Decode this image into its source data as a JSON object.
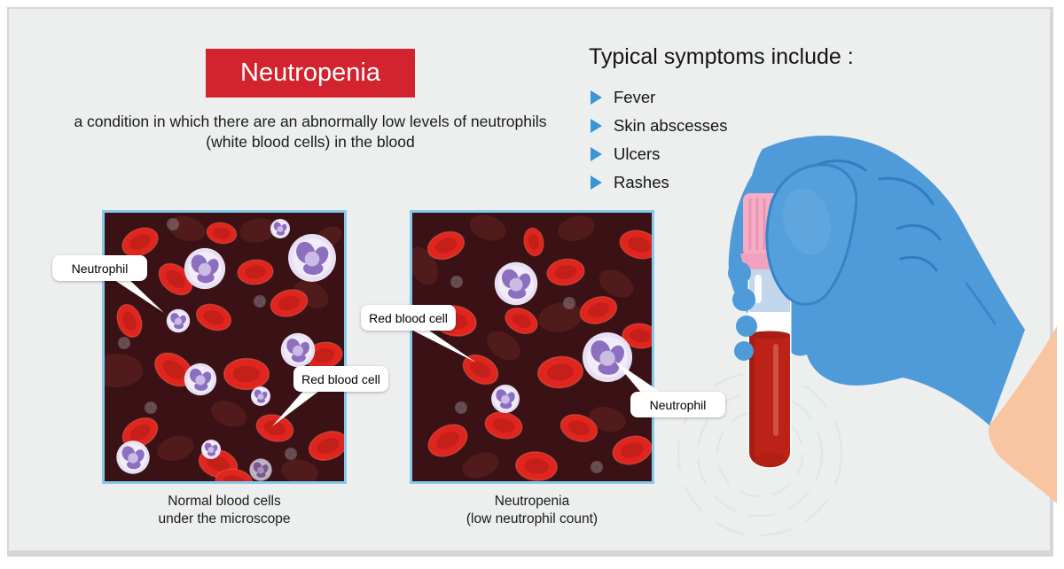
{
  "header": {
    "title": "Neutropenia",
    "subtitle_line1": "a condition in which there are an abnormally low levels of neutrophils",
    "subtitle_line2": "(white blood cells) in the blood"
  },
  "symptoms": {
    "heading": "Typical symptoms include :",
    "items": [
      "Fever",
      "Skin abscesses",
      "Ulcers",
      "Rashes"
    ]
  },
  "bubbles": {
    "left_neutrophil": "Neutrophil",
    "left_rbc": "Red blood cell",
    "right_rbc": "Red blood cell",
    "right_neutrophil": "Neutrophil"
  },
  "captions": {
    "normal_line1": "Normal blood cells",
    "normal_line2": "under the microscope",
    "neutropenia_line1": "Neutropenia",
    "neutropenia_line2": "(low neutrophil count)"
  },
  "colors": {
    "title_bg": "#d2232e",
    "bullet_blue": "#3a96d2",
    "panel_border": "#85c9ec",
    "panel_bg": "#3a1215",
    "rbc_red": "#e0241e",
    "neutrophil_lavender": "#e9e2f5",
    "nucleus_purple": "#8d6fc0",
    "glove_blue": "#4f9ad8",
    "cap_pink": "#f5adc6",
    "blood_red": "#bd2218",
    "skin": "#f8c5a0",
    "background": "#edefef"
  }
}
